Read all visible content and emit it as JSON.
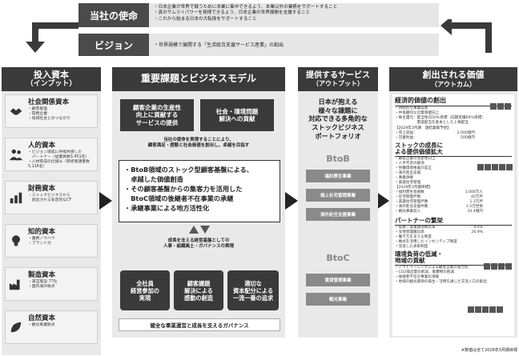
{
  "mission": {
    "label": "当社の使命",
    "lines": [
      "・日本企業が世界で戦うために本業に集中できるよう、本業以外の業務をサポートすること",
      "・真のサムライパワーを発揮できるよう、日本企業の世界展開を支援すること",
      "・これから始まる日本の大転換をサポートすること"
    ]
  },
  "vision": {
    "label": "ビジョン",
    "text": "・世界規模で展開する「生活総合支援サービス産業」の創出"
  },
  "input": {
    "title": "投入資本",
    "subtitle": "（インプット）",
    "items": [
      {
        "icon": "handshake-icon",
        "title": "社会関係資本",
        "lines": [
          "・顧客基盤",
          "・提携企業",
          "・地域社会とのつながり"
        ]
      },
      {
        "icon": "people-icon",
        "title": "人的資本",
        "lines": [
          "・ビジョン達成に共鳴共感した",
          "　パートナー（従業員数3,451名）",
          "・人材育成の仕組み（研修受講者数5,116名）"
        ]
      },
      {
        "icon": "bar-chart-icon",
        "title": "財務資本",
        "lines": [
          "・ストックビジネスから",
          "　創出される安定的なCF"
        ]
      },
      {
        "icon": "lightbulb-icon",
        "title": "知的資本",
        "lines": [
          "・業務ノウハウ",
          "・ブランド力"
        ]
      },
      {
        "icon": "factory-icon",
        "title": "製造資本",
        "lines": [
          "・運営施設 77社",
          "・国内海外拠点"
        ]
      },
      {
        "icon": "leaf-icon",
        "title": "自然資本",
        "lines": [
          "・観光事業拠点"
        ]
      }
    ]
  },
  "business_model": {
    "title": "重要課題とビジネスモデル",
    "top_boxes": [
      "顧客企業の生産性\n向上に貢献する\nサービスの提供",
      "社会・環境問題\n解決への貢献"
    ],
    "mid_text": "当社の使命を実現することにより、\n顧客満足・感動と社会価値を創出し、卓越を目指す",
    "bullets": [
      "・BtoB領域のストック型顧客基盤による、",
      "　卓越した価値創造",
      "・その顧客基盤からの集客力を活用した",
      "　BtoC領域の後継者不在事業の承継",
      "・承継事業による地方活性化"
    ],
    "gov_text": "成長を支える経営基盤としての\n人事・組織風土・ガバナンスの実現",
    "bottom_boxes": [
      "全社員\n経営参加の\n実現",
      "顧客課題\n解決による\n感動の創造",
      "適切な\n資本配分による\n一流一番の追求"
    ],
    "footer": "健全な事業運営と成長を支えるガバナンス"
  },
  "output": {
    "title": "提供するサービス",
    "subtitle": "（アウトプット）",
    "headline": "日本が抱える\n様々な課題に\n対応できる多角的な\nストックビジネス\nポートフォリオ",
    "btob_label": "BtoB",
    "btob_items": [
      "福利厚生事業",
      "個上社宅管理事業",
      "海外赴任支援事業"
    ],
    "btoc_label": "BtoC",
    "btoc_items": [
      "賃貸管理事業",
      "観光事業"
    ]
  },
  "outcome": {
    "title": "創出される価値",
    "subtitle": "（アウトカム）",
    "econ_title": "経済的価値の創出",
    "econ_lines": [
      "・持続的な事業成長",
      "・中長期的な企業価値向上",
      "・株主還元：配当性向50％目標（前期実績60％目標）",
      "　　　　　　累進配当を基本とした１株配当"
    ],
    "kpi_caption": "【2029年3月期　連結業績予想】",
    "kpis": [
      {
        "label": "・売上収益：",
        "value": "2,000億円"
      },
      {
        "label": "・営業利益：",
        "value": "500億円"
      }
    ],
    "growth_title": "ストックの成長に\nよる提供価値拡大",
    "growth_lines": [
      "・顧客企業の生産性向上",
      "・人手不足の解消",
      "・労働環境格差の是正",
      "・海外進出支援",
      "・事業承継",
      "・賃貸住宅管理"
    ],
    "kpi2_caption": "【2029年3月期目標】",
    "kpi2": [
      {
        "label": "・福利厚生会員数",
        "value": "1,000万人"
      },
      {
        "label": "・社宅管理戸数",
        "value": "40万戸"
      },
      {
        "label": "・賃貸住宅管理戸数",
        "value": "1.3万戸"
      },
      {
        "label": "・海外赴任支援件数",
        "value": "1.5万世帯"
      },
      {
        "label": "・観光事業収入",
        "value": "20.4億円"
      }
    ],
    "partner_title": "パートナーの繁栄",
    "partner_lines": [
      {
        "label": "・役員・従業員持株比率",
        "value": "9.0%"
      },
      {
        "label": "・女性管理職比率",
        "value": "26.9%"
      }
    ],
    "partner_more": [
      "・働き方を支える制度",
      "・株式を活用したインセンティブ制度",
      "・充実した表彰制度"
    ],
    "env_title": "環境負荷の低減・\n地域の貢献",
    "env_lines": [
      "・アウトソーシングによる顧客企業の省力化",
      "・CO2排出量の削減、廃棄物の削減",
      "・後継者不在の事業の承継",
      "・地域の観光資源の再生・活用を通じた交流人口の創出"
    ],
    "footnote": "※数値は全て2026年3月期目標"
  }
}
